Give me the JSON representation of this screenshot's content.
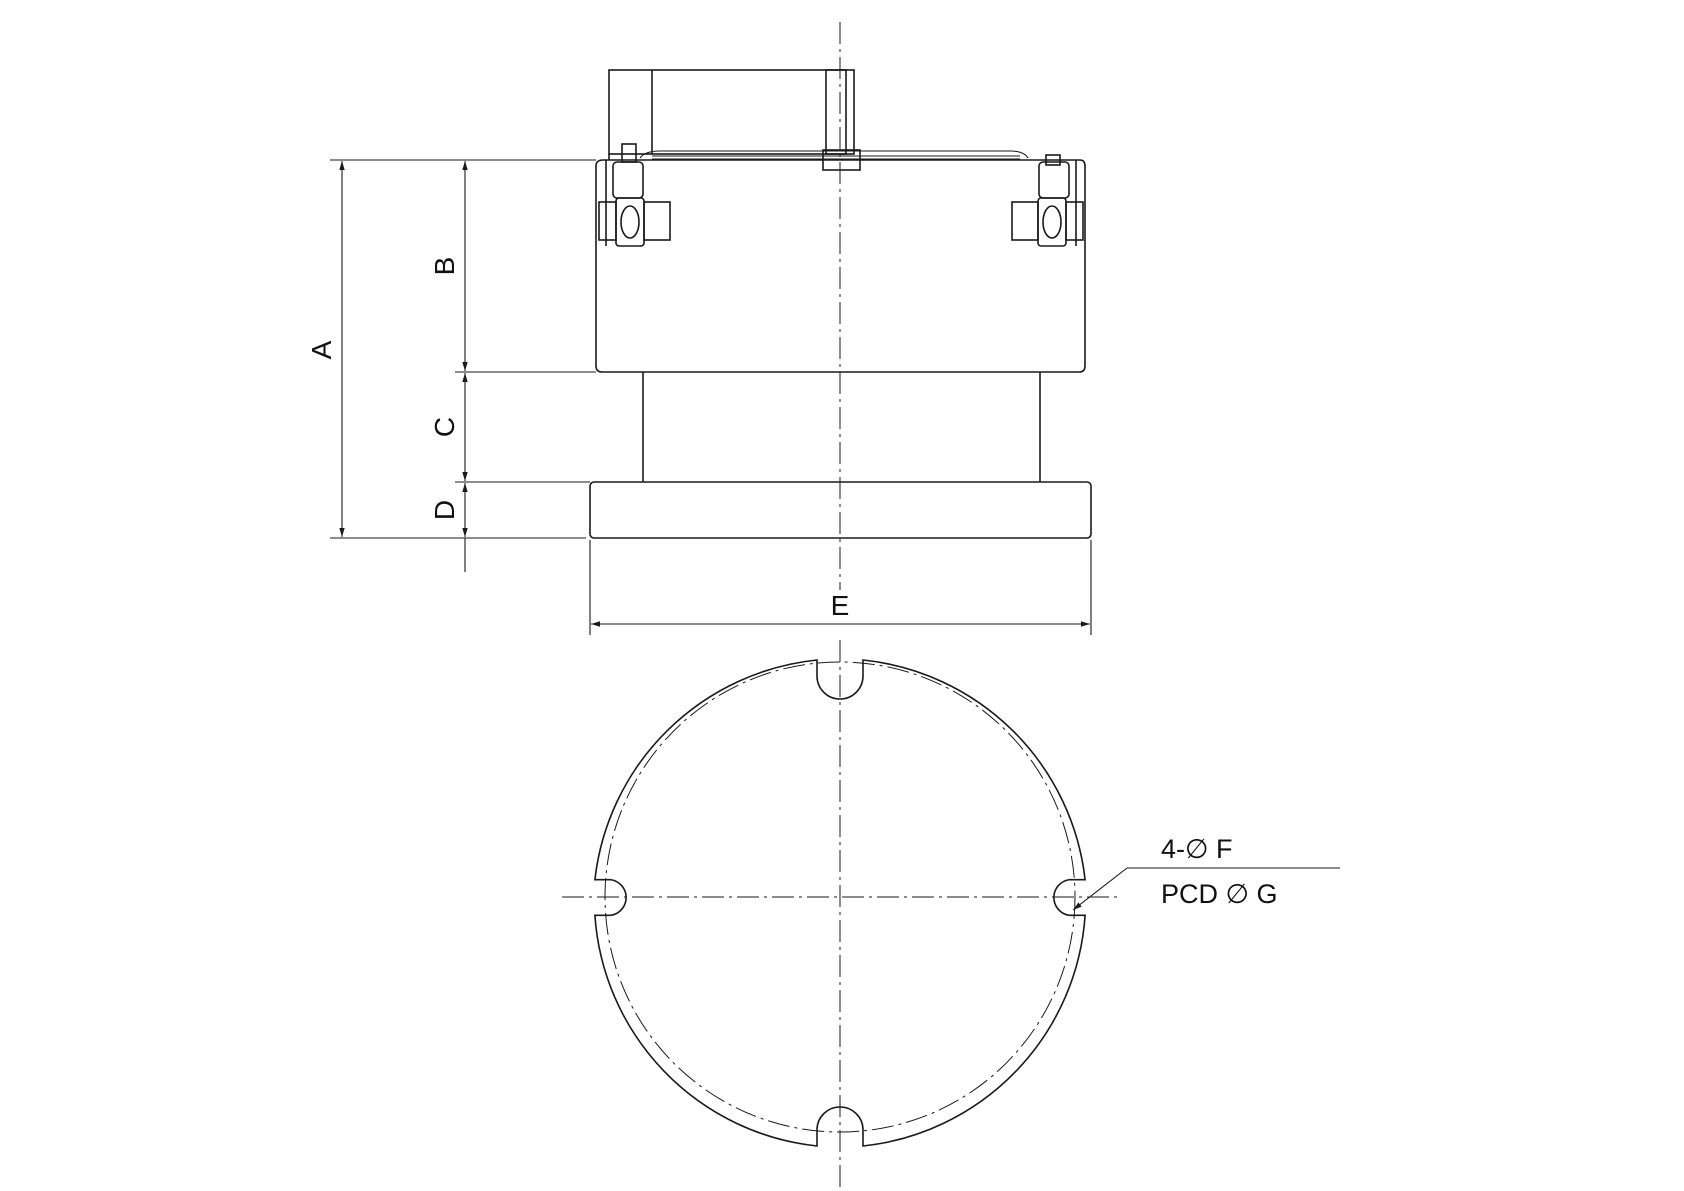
{
  "dimensions": {
    "a": "A",
    "b": "B",
    "c": "C",
    "d": "D",
    "e": "E"
  },
  "callout": {
    "holes": "4-∅ F",
    "pcd": "PCD ∅ G"
  }
}
